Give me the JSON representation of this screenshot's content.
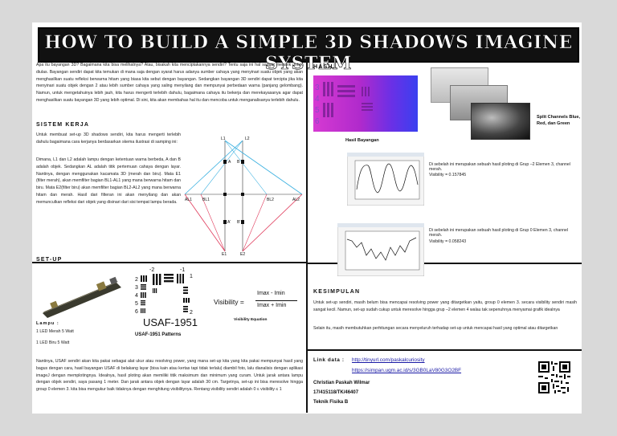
{
  "title": "HOW TO BUILD A SIMPLE 3D SHADOWS IMAGINE SYSTEM",
  "intro": "Apa itu bayangan 3D? Bagaimana kita bisa melihatnya? Atau, bisakah kita menciptakannya sendiri? Tentu saja ini hal sangat menarik untuk diulas. Bayangan sendiri dapat kita temukan di mana saja dengan syarat harus adanya sumber cahaya yang menyinari suatu objek yang akan menghasilkan suatu refleksi berwarna hitam yang biasa kita sebut dengan bayangan. Sedangkan bayangan 3D sendiri dapat tercipta jika kita menyinari suatu objek dengan 2 atau lebih sumber cahaya yang saling menyilang dan mempunyai perbedaan warna (panjang gelombang). Namun, untuk mengetahuinya lebih jauh, kita harus mengerti terlebih dahulu, bagaimana cahaya itu bekerja dan merekayasanya agar dapat menghasilkan suatu bayangan 3D yang lebih optimal. Di sini, kita akan membahas hal itu dan mencoba untuk menganalisanya terlebih dahulu.",
  "sistem": {
    "heading": "SISTEM KERJA",
    "p1": "Untuk membuat set-up 3D shadows sendiri, kita harus mengerti terlebih dahulu bagaimana cara kerjanya berdasarkan skema ilustrasi di samping ini:",
    "p2": "Dimana, L1 dan L2 adalah lampu dengan ketentuan warna berbeda, A dan B adalah objek. Sedangkan AL adalah titik pertemuan cahaya dengan layar. Nantinya, dengan menggunakan kacamata 3D (merah dan biru). Mata E1 (filter merah), akan memfilter bagian BL1-AL1 yang mana berwarna hitam dan biru. Mata E2(filter biru) akan memfilter bagian BL2-AL2 yang mana berwarna hitam dan merah. Hasil dari filteran ini akan menyilang dan akan memunculkan refleksi dari objek yang disinari dari sisi tempat lampu berada.",
    "diagram_labels": {
      "l1": "L1",
      "l2": "L2",
      "a_top": "A",
      "b_top": "B",
      "al1": "AL1",
      "bl1": "BL1",
      "bl2": "BL2",
      "al2": "AL2",
      "a_bot": "A'",
      "b_bot": "B'",
      "e1": "E1",
      "e2": "E2"
    }
  },
  "setup": {
    "heading": "SET-UP",
    "lampu_label": "Lampu :",
    "lamp1": "1 LED Merah 5 Watt",
    "lamp2": "1 LED Biru 5 Watt",
    "usaf_text": "USAF-1951",
    "usaf_caption": "USAF-1951 Patterns",
    "usaf_numbers": [
      "-2",
      "-1",
      "2",
      "3",
      "4",
      "5",
      "6",
      "1",
      "2"
    ],
    "visibility_word": "Visibility =",
    "formula_num": "Imax - Imin",
    "formula_den": "Imax + Imin",
    "formula_caption": "Visibility Equation"
  },
  "bottom_text": "Nantinya, USAF sendiri akan kita pakai sebagai alat ukur atau resolving power, yang mana set-up kita yang kita pakai mempunyai hasil yang bagus dengan cara, hasil bayangan USAF di belakang layar (bisa kain atau kertas tapi tidak terlalu) diambil foto, lalu dianalisis dengan aplikasi imageJ dengan memplotingnya. Idealnya, hasil ploting akan memiliki titik maksimum dan minimum yang curam. Untuk jarak antara lampu dengan objek sendiri, saya pasang 1 meter. Dan jarak antara objek dengan layar adalah 30 cm. Targetnya, set-up ini bisa meresolve hingga group 0 elemen 3. kita bisa mengukur baik tidaknya dengan menghitung visibilitynya. Rentang visibility sendiri adalah 0 ≤ visibility ≤ 1",
  "hasil": {
    "heading": "HASIL",
    "caption_bayangan": "Hasil Bayangan",
    "caption_split": "Split Channels Blue, Red, dan Green",
    "plot1_text": "Di sebelah ini merupakan sebuah hasil ploting di Grup –2 Elemen 3, channel merah.",
    "plot1_vis": "Visibility = 0.157845",
    "plot2_text": "Di sebelah ini merupakan sebuah hasil ploting di Grup 0 Elemen 3, channel merah.",
    "plot2_vis": "Visibility = 0.058243"
  },
  "kesimpulan": {
    "heading": "KESIMPULAN",
    "p1": "Untuk set-up sendiri, masih belum bisa mencapai resolving power yang ditargetkan yaitu, group 0 elemen 3. secara visibility sendiri masih sangat kecil. Namun, set-up sudah cukup untuk meresolve hingga grup –2 elemen 4 walau tak sepenuhnya menyamai grafik idealnya",
    "p2": "Selain itu, masih membutuhkan perhitungan secara menyeluruh terhadap set-up untuk mencapai hasil yang optimal atau ditargetkan"
  },
  "footer": {
    "link_label": "Link data :",
    "link1": "http://tinyurl.com/paskalcuriosity",
    "link2": "https://simpan.ugm.ac.id/s/3GB0LaV80G3O2BF",
    "name": "Christian Paskah Wilmar",
    "nim": "17/415118/TK/46407",
    "dept": "Teknik Fisika B"
  }
}
